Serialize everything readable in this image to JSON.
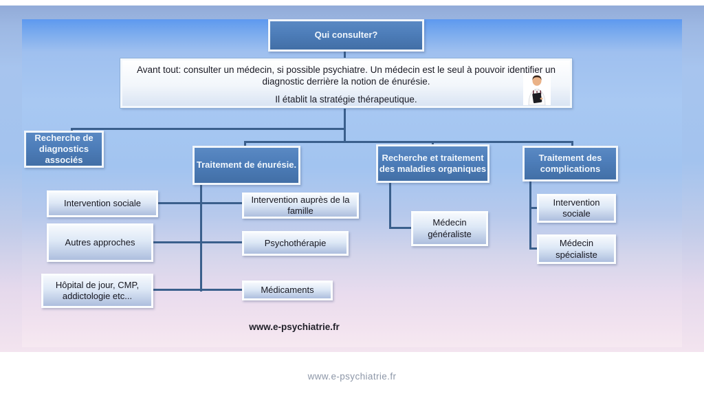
{
  "slide": {
    "title_box": "Qui consulter?",
    "intro": {
      "p1": "Avant tout: consulter un médecin, si possible psychiatre. Un médecin est le seul à pouvoir identifier un diagnostic derrière la notion de énurésie.",
      "p2": "Il établit la stratégie thérapeutique.",
      "icon": "doctor-clipart"
    },
    "branches": {
      "diagnostics": "Recherche de diagnostics associés",
      "enuresie": "Traitement de énurésie.",
      "organiques": "Recherche et traitement des maladies organiques",
      "complications": "Traitement des complications"
    },
    "leaves": {
      "intervention_sociale_gauche": "Intervention sociale",
      "autres_approches": "Autres approches",
      "hopital": "Hôpital de jour, CMP, addictologie etc...",
      "famille": "Intervention auprès de la famille",
      "psychotherapie": "Psychothérapie",
      "medicaments": "Médicaments",
      "generaliste": "Médecin généraliste",
      "intervention_sociale_droite": "Intervention sociale",
      "specialiste": "Médecin spécialiste"
    },
    "watermark": "www.e-psychiatrie.fr",
    "colors": {
      "branch_fill": "#4d7db9",
      "leaf_fill": "#dde8f6",
      "intro_fill": "#f2f6fb",
      "connector": "#3a5f8c",
      "slide_blue": "#5d99ef",
      "slide_pink": "#f6e9f1",
      "text_dark": "#15151e",
      "text_light": "#f0f6fc",
      "footer_gray": "#8d97a8"
    }
  },
  "page": {
    "footer_text": "www.e-psychiatrie.fr"
  }
}
